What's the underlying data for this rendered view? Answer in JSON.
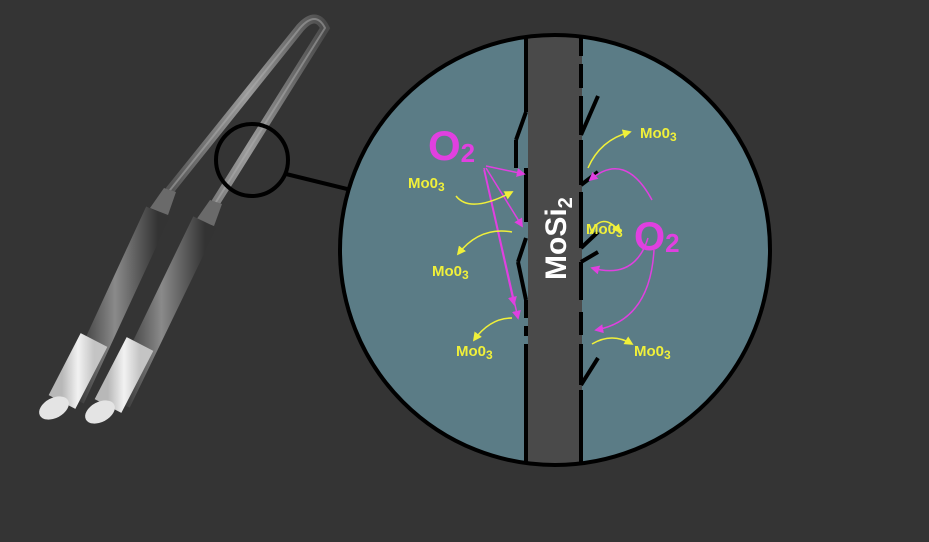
{
  "colors": {
    "background": "#343434",
    "circle_fill": "#5b7c86",
    "core": "#4a4a4a",
    "oxygen": "#e040e0",
    "moo3": "#f0f03a",
    "outline": "#000000"
  },
  "labels": {
    "core": "MoSi",
    "core_sub": "2",
    "o2_left": "O",
    "o2_left_sub": "2",
    "o2_right": "O",
    "o2_right_sub": "2",
    "moo3": [
      "Mo0",
      "Mo0",
      "Mo0",
      "Mo0",
      "Mo0",
      "Mo0"
    ],
    "moo3_sub": "3"
  },
  "icons": {
    "heating_element": "u-shaped-mosi2-heating-element",
    "magnifier": "magnifier-circle"
  }
}
